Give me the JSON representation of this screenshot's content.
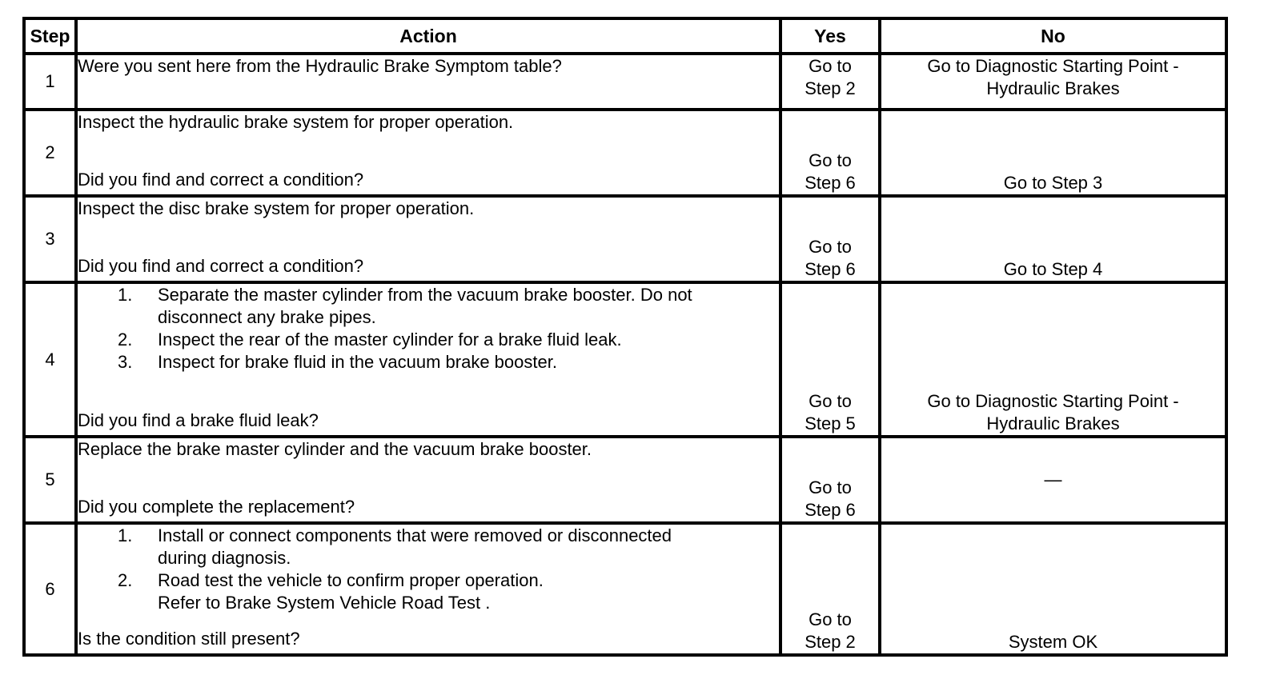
{
  "headers": {
    "step": "Step",
    "action": "Action",
    "yes": "Yes",
    "no": "No"
  },
  "rows": [
    {
      "step": "1",
      "action": "Were you sent here from the Hydraulic Brake Symptom table?",
      "yes": [
        "Go to",
        "Step 2"
      ],
      "no": [
        "Go to Diagnostic Starting Point -",
        "Hydraulic Brakes"
      ]
    },
    {
      "step": "2",
      "action": "Inspect the hydraulic brake system for proper operation.",
      "question": "Did you find and correct a condition?",
      "yes": [
        "Go to",
        "Step 6"
      ],
      "no": [
        "Go to Step 3"
      ]
    },
    {
      "step": "3",
      "action": "Inspect the disc brake system for proper operation.",
      "question": "Did you find and correct a condition?",
      "yes": [
        "Go to",
        "Step 6"
      ],
      "no": [
        "Go to Step 4"
      ]
    },
    {
      "step": "4",
      "substeps": [
        {
          "num": "1.",
          "lines": [
            "Separate the master cylinder from the vacuum brake booster. Do not",
            "disconnect any brake pipes."
          ]
        },
        {
          "num": "2.",
          "lines": [
            "Inspect the rear of the master cylinder for a brake fluid leak."
          ]
        },
        {
          "num": "3.",
          "lines": [
            "Inspect for brake fluid in the vacuum brake booster."
          ]
        }
      ],
      "question": "Did you find a brake fluid leak?",
      "yes": [
        "Go to",
        "Step 5"
      ],
      "no": [
        "Go to Diagnostic Starting Point -",
        "Hydraulic Brakes"
      ]
    },
    {
      "step": "5",
      "action": "Replace the brake master cylinder and the vacuum brake booster.",
      "question": "Did you complete the replacement?",
      "yes": [
        "Go to",
        "Step 6"
      ],
      "no": [
        "—"
      ]
    },
    {
      "step": "6",
      "substeps": [
        {
          "num": "1.",
          "lines": [
            "Install or connect components that were removed or disconnected",
            "during diagnosis."
          ]
        },
        {
          "num": "2.",
          "lines": [
            "Road test the vehicle to confirm proper operation.",
            "Refer to Brake System Vehicle Road Test ."
          ]
        }
      ],
      "question": "Is the condition still present?",
      "yes": [
        "Go to",
        "Step 2"
      ],
      "no": [
        "System OK"
      ]
    }
  ]
}
